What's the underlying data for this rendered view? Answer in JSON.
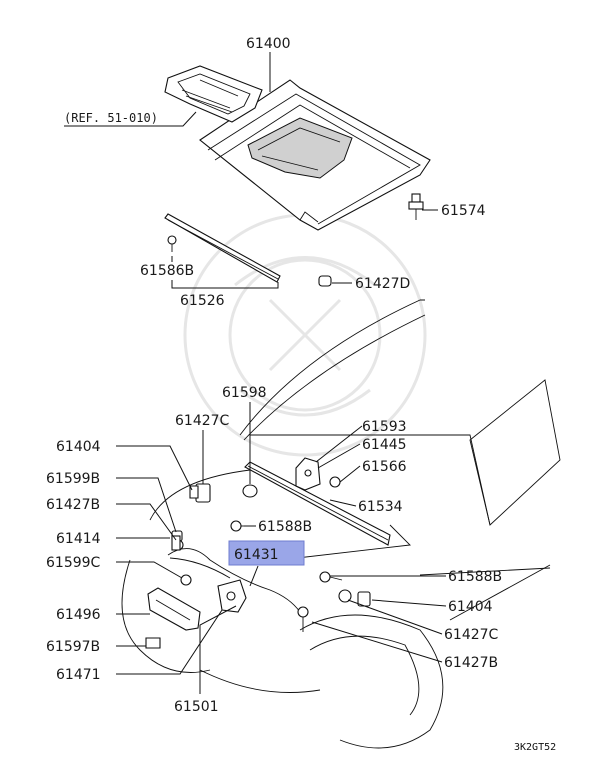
{
  "labels": {
    "p61400": "61400",
    "ref": "(REF. 51-010)",
    "p61574": "61574",
    "p61586B": "61586B",
    "p61526": "61526",
    "p61427D": "61427D",
    "p61598": "61598",
    "p61427C_top": "61427C",
    "p61404_left": "61404",
    "p61599B": "61599B",
    "p61427B_left": "61427B",
    "p61414": "61414",
    "p61599C": "61599C",
    "p61496": "61496",
    "p61597B": "61597B",
    "p61471": "61471",
    "p61501": "61501",
    "p61593": "61593",
    "p61445": "61445",
    "p61566": "61566",
    "p61534": "61534",
    "p61588B_mid": "61588B",
    "p61431": "61431",
    "p61588B_right": "61588B",
    "p61404_right": "61404",
    "p61427C_right": "61427C",
    "p61427B_right": "61427B"
  },
  "diagram_code": "3K2GT52",
  "highlight_color": "#9aa6e8"
}
